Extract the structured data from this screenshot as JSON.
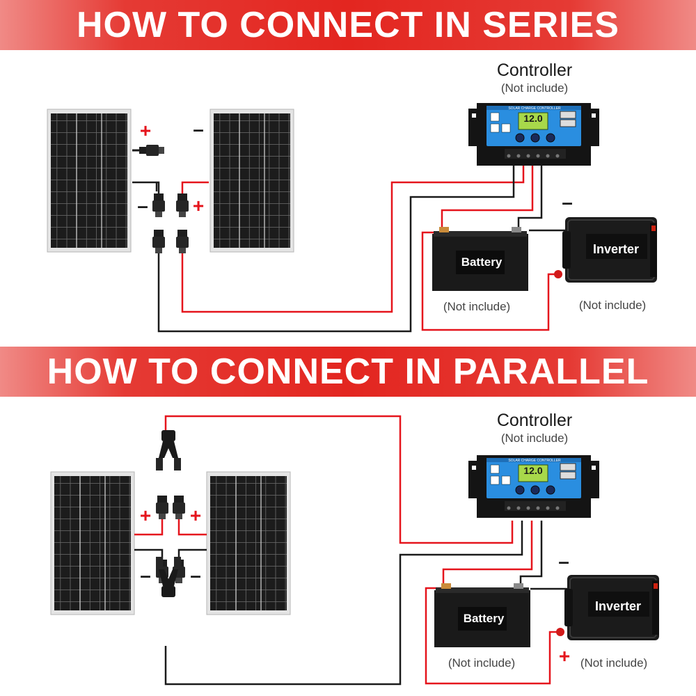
{
  "series": {
    "heading": "HOW TO CONNECT IN SERIES",
    "controller_title": "Controller",
    "controller_note": "(Not include)",
    "battery_label": "Battery",
    "battery_note": "(Not include)",
    "inverter_label": "Inverter",
    "inverter_note": "(Not include)",
    "lcd_value": "12.0",
    "controller_header": "SOLAR CHARGE CONTROLLER",
    "plus_top": "+",
    "minus_top": "–",
    "minus_left": "–",
    "plus_right": "+",
    "inverter_minus": "–"
  },
  "parallel": {
    "heading": "HOW TO CONNECT IN PARALLEL",
    "controller_title": "Controller",
    "controller_note": "(Not include)",
    "battery_label": "Battery",
    "battery_note": "(Not include)",
    "inverter_label": "Inverter",
    "inverter_note": "(Not include)",
    "lcd_value": "12.0",
    "controller_header": "SOLAR CHARGE CONTROLLER",
    "plus_left": "+",
    "plus_right": "+",
    "minus_left": "–",
    "minus_right": "–",
    "inverter_minus": "–",
    "inverter_plus": "+"
  },
  "colors": {
    "banner": "#e32620",
    "wire_red": "#e5141c",
    "wire_black": "#1a1a1a",
    "controller_blue": "#2a8ee0",
    "lcd_green": "#a8d84a"
  }
}
